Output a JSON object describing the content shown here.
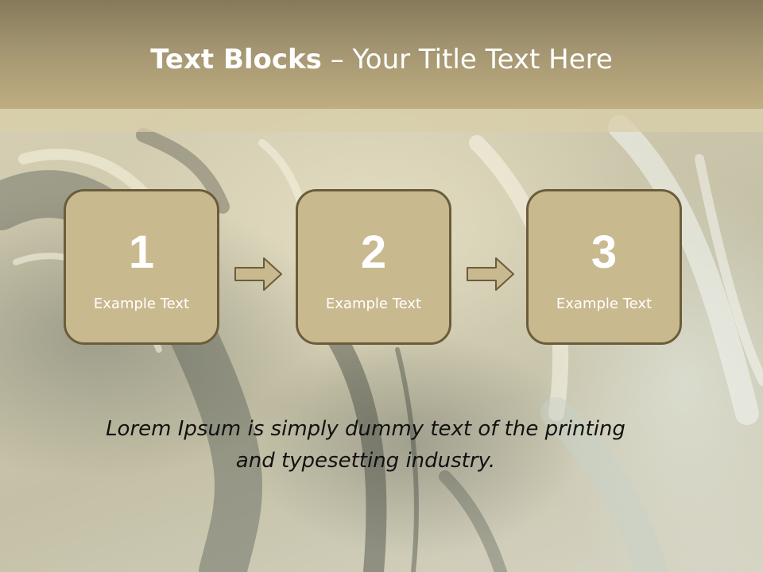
{
  "slide": {
    "title_bold": "Text Blocks",
    "title_separator": " – ",
    "title_rest": "Your Title Text Here",
    "blocks": [
      {
        "number": "1",
        "label": "Example Text"
      },
      {
        "number": "2",
        "label": "Example Text"
      },
      {
        "number": "3",
        "label": "Example Text"
      }
    ],
    "body_line1": "Lorem Ipsum is simply dummy text of the printing",
    "body_line2": "and typesetting industry."
  },
  "colors": {
    "header": "#a39571",
    "block_fill": "#c9b98f",
    "block_border": "#6b5d3b",
    "arrow_fill": "#c9b98f"
  },
  "icons": [
    "arrow-right-icon",
    "arrow-right-icon"
  ]
}
